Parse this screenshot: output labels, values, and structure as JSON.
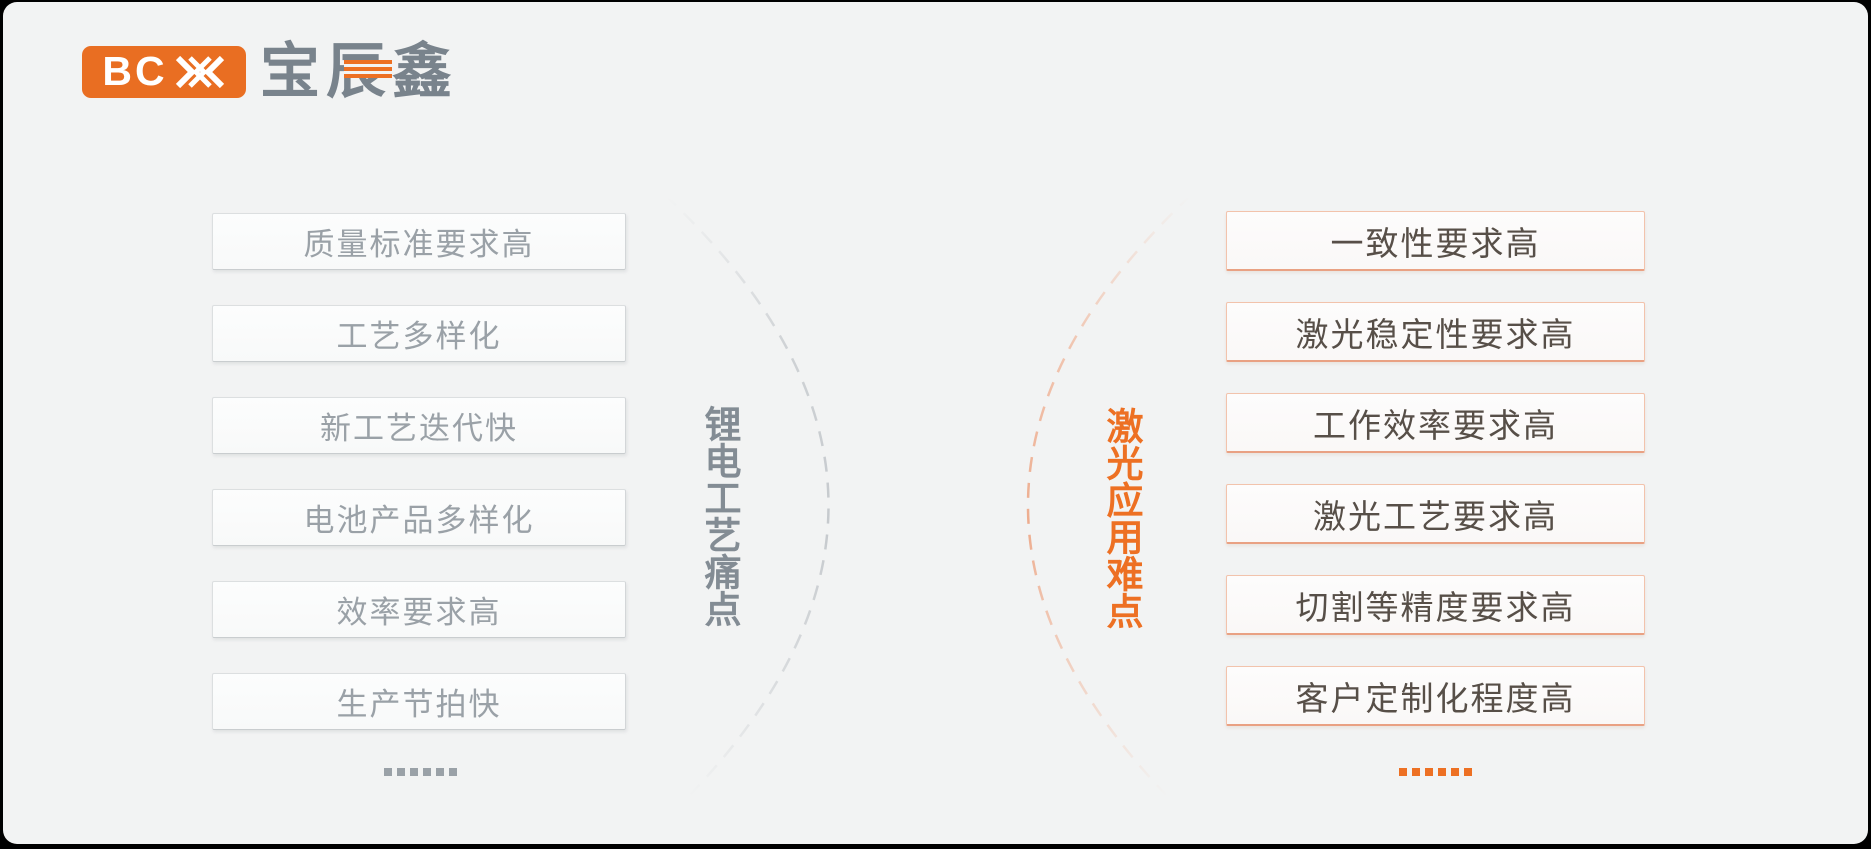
{
  "logo": {
    "badge_text": "BC",
    "x_icon": "chevron-x-icon",
    "company_name": "宝辰鑫"
  },
  "left_panel": {
    "title": "锂电工艺痛点",
    "items": [
      "质量标准要求高",
      "工艺多样化",
      "新工艺迭代快",
      "电池产品多样化",
      "效率要求高",
      "生产节拍快"
    ],
    "ellipsis_dots": 6
  },
  "right_panel": {
    "title": "激光应用难点",
    "items": [
      "一致性要求高",
      "激光稳定性要求高",
      "工作效率要求高",
      "激光工艺要求高",
      "切割等精度要求高",
      "客户定制化程度高"
    ],
    "ellipsis_dots": 6
  },
  "colors": {
    "background": "#f2f3f3",
    "brand_orange": "#e96e22",
    "accent_orange": "#ed7023",
    "logo_gray": "#79838c",
    "left_text_gray": "#9aa1a7",
    "left_title_gray": "#838c94",
    "right_text_dark": "#574f48",
    "right_border_salmon": "#f2c3ac",
    "gray_arc": "#c3c7cb",
    "orange_arc": "#f0b99f"
  }
}
